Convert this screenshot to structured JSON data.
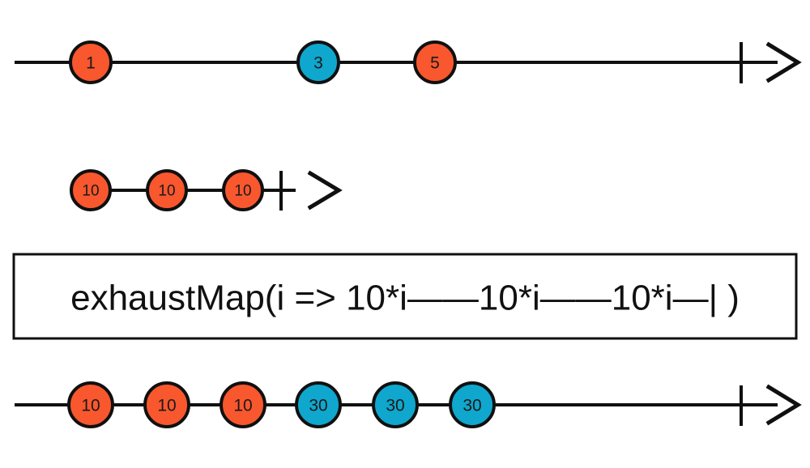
{
  "diagram": {
    "type": "rxjs-marble-diagram",
    "operator_name": "exhaustMap",
    "background_color": "#ffffff",
    "stroke_color": "#101010",
    "colors": {
      "orange": "#f9572e",
      "blue": "#0fa7cd"
    }
  },
  "operator_box": {
    "label": "exhaustMap(i => 10*i——10*i——10*i—| )",
    "border_color": "#101010",
    "fill_color": "#ffffff"
  },
  "timelines": [
    {
      "name": "source-observable",
      "role": "input",
      "has_completion_tick": true,
      "has_arrow_head": true,
      "marbles": [
        {
          "label": "1",
          "color": "#f9572e",
          "color_name": "orange"
        },
        {
          "label": "3",
          "color": "#0fa7cd",
          "color_name": "blue"
        },
        {
          "label": "5",
          "color": "#f9572e",
          "color_name": "orange"
        }
      ]
    },
    {
      "name": "inner-observable",
      "role": "projection",
      "has_completion_tick": true,
      "has_arrow_head": true,
      "marbles": [
        {
          "label": "10",
          "color": "#f9572e",
          "color_name": "orange"
        },
        {
          "label": "10",
          "color": "#f9572e",
          "color_name": "orange"
        },
        {
          "label": "10",
          "color": "#f9572e",
          "color_name": "orange"
        }
      ]
    },
    {
      "name": "result-observable",
      "role": "output",
      "has_completion_tick": true,
      "has_arrow_head": true,
      "marbles": [
        {
          "label": "10",
          "color": "#f9572e",
          "color_name": "orange"
        },
        {
          "label": "10",
          "color": "#f9572e",
          "color_name": "orange"
        },
        {
          "label": "10",
          "color": "#f9572e",
          "color_name": "orange"
        },
        {
          "label": "30",
          "color": "#0fa7cd",
          "color_name": "blue"
        },
        {
          "label": "30",
          "color": "#0fa7cd",
          "color_name": "blue"
        },
        {
          "label": "30",
          "color": "#0fa7cd",
          "color_name": "blue"
        }
      ]
    }
  ]
}
